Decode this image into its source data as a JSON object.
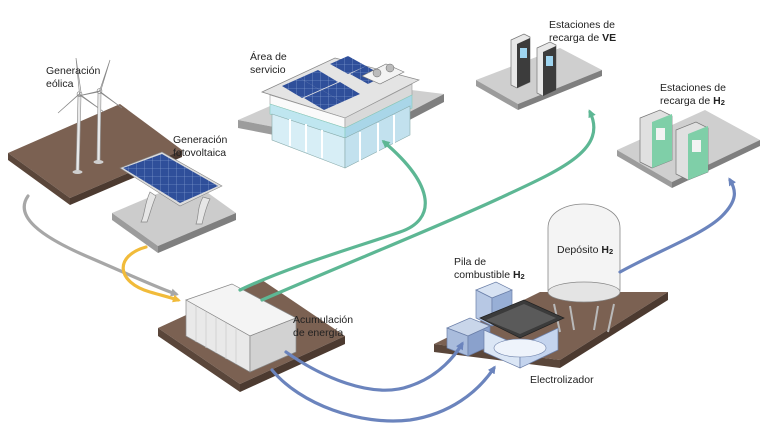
{
  "labels": {
    "eolica": {
      "line1": "Generación",
      "line2": "eólica"
    },
    "fotovoltaica": {
      "line1": "Generación",
      "line2": "fotovoltaica"
    },
    "servicio": {
      "line1": "Área de",
      "line2": "servicio"
    },
    "ve": {
      "line1": "Estaciones de",
      "line2_prefix": "recarga de ",
      "line2_bold": "VE"
    },
    "h2_stations": {
      "line1": "Estaciones de",
      "line2_prefix": "recarga de ",
      "line2_bold": "H",
      "line2_sub": "2"
    },
    "acumulacion": {
      "line1": "Acumulación",
      "line2": "de energía"
    },
    "pila": {
      "line1": "Pila de",
      "line2_prefix": "combustible ",
      "line2_bold": "H",
      "line2_sub": "2"
    },
    "deposito": {
      "text": "Depósito ",
      "bold": "H",
      "sub": "2"
    },
    "electrolizador": {
      "text": "Electrolizador"
    }
  },
  "colors": {
    "wind_flow": "#a7a7a7",
    "solar_flow": "#f1bb3a",
    "electric_flow": "#5db794",
    "hydrogen_flow": "#6b84bd",
    "ground": "#7b6152",
    "ground_side": "#5a463a",
    "platform": "#cfcfcf",
    "platform_side": "#9c9c9c",
    "solar_panel": "#2f4f9a"
  }
}
